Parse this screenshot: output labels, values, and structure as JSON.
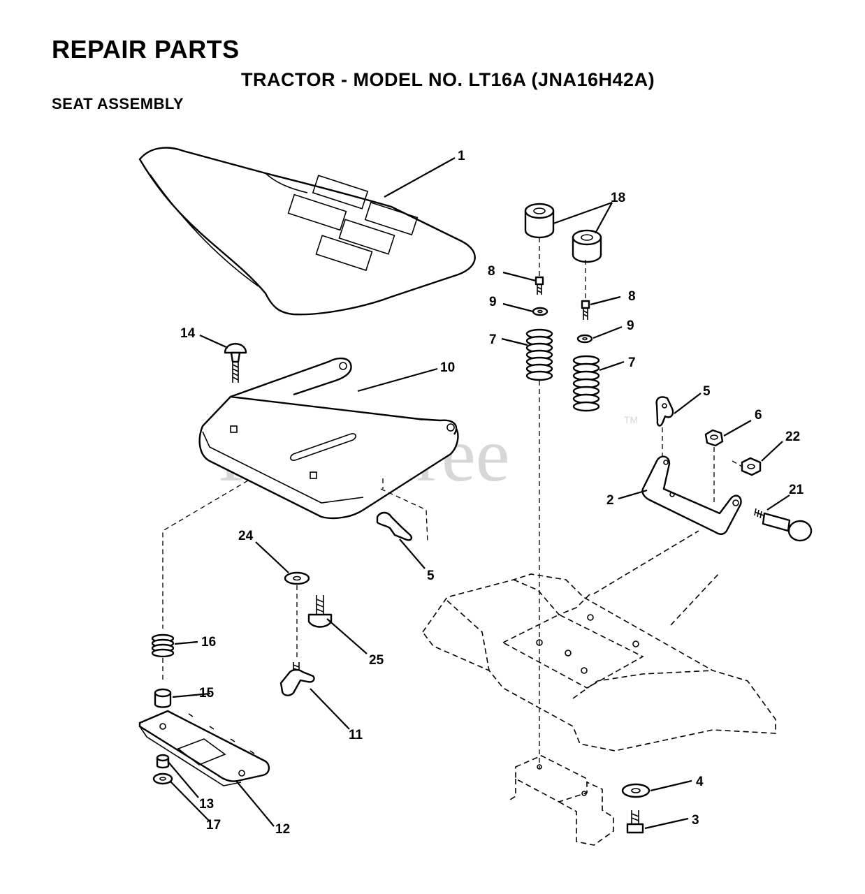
{
  "header": {
    "title": "REPAIR PARTS",
    "subtitle": "TRACTOR - MODEL NO. LT16A (JNA16H42A)",
    "section": "SEAT ASSEMBLY"
  },
  "watermark": {
    "text": "PartsTree",
    "trademark": "TM"
  },
  "callouts": {
    "c1": "1",
    "c18": "18",
    "c8a": "8",
    "c8b": "8",
    "c9a": "9",
    "c9b": "9",
    "c7a": "7",
    "c7b": "7",
    "c14": "14",
    "c10": "10",
    "c5a": "5",
    "c5b": "5",
    "c6": "6",
    "c22": "22",
    "c2": "2",
    "c21": "21",
    "c24": "24",
    "c16": "16",
    "c25": "25",
    "c15": "15",
    "c11": "11",
    "c13": "13",
    "c12": "12",
    "c17": "17",
    "c4": "4",
    "c3": "3"
  }
}
